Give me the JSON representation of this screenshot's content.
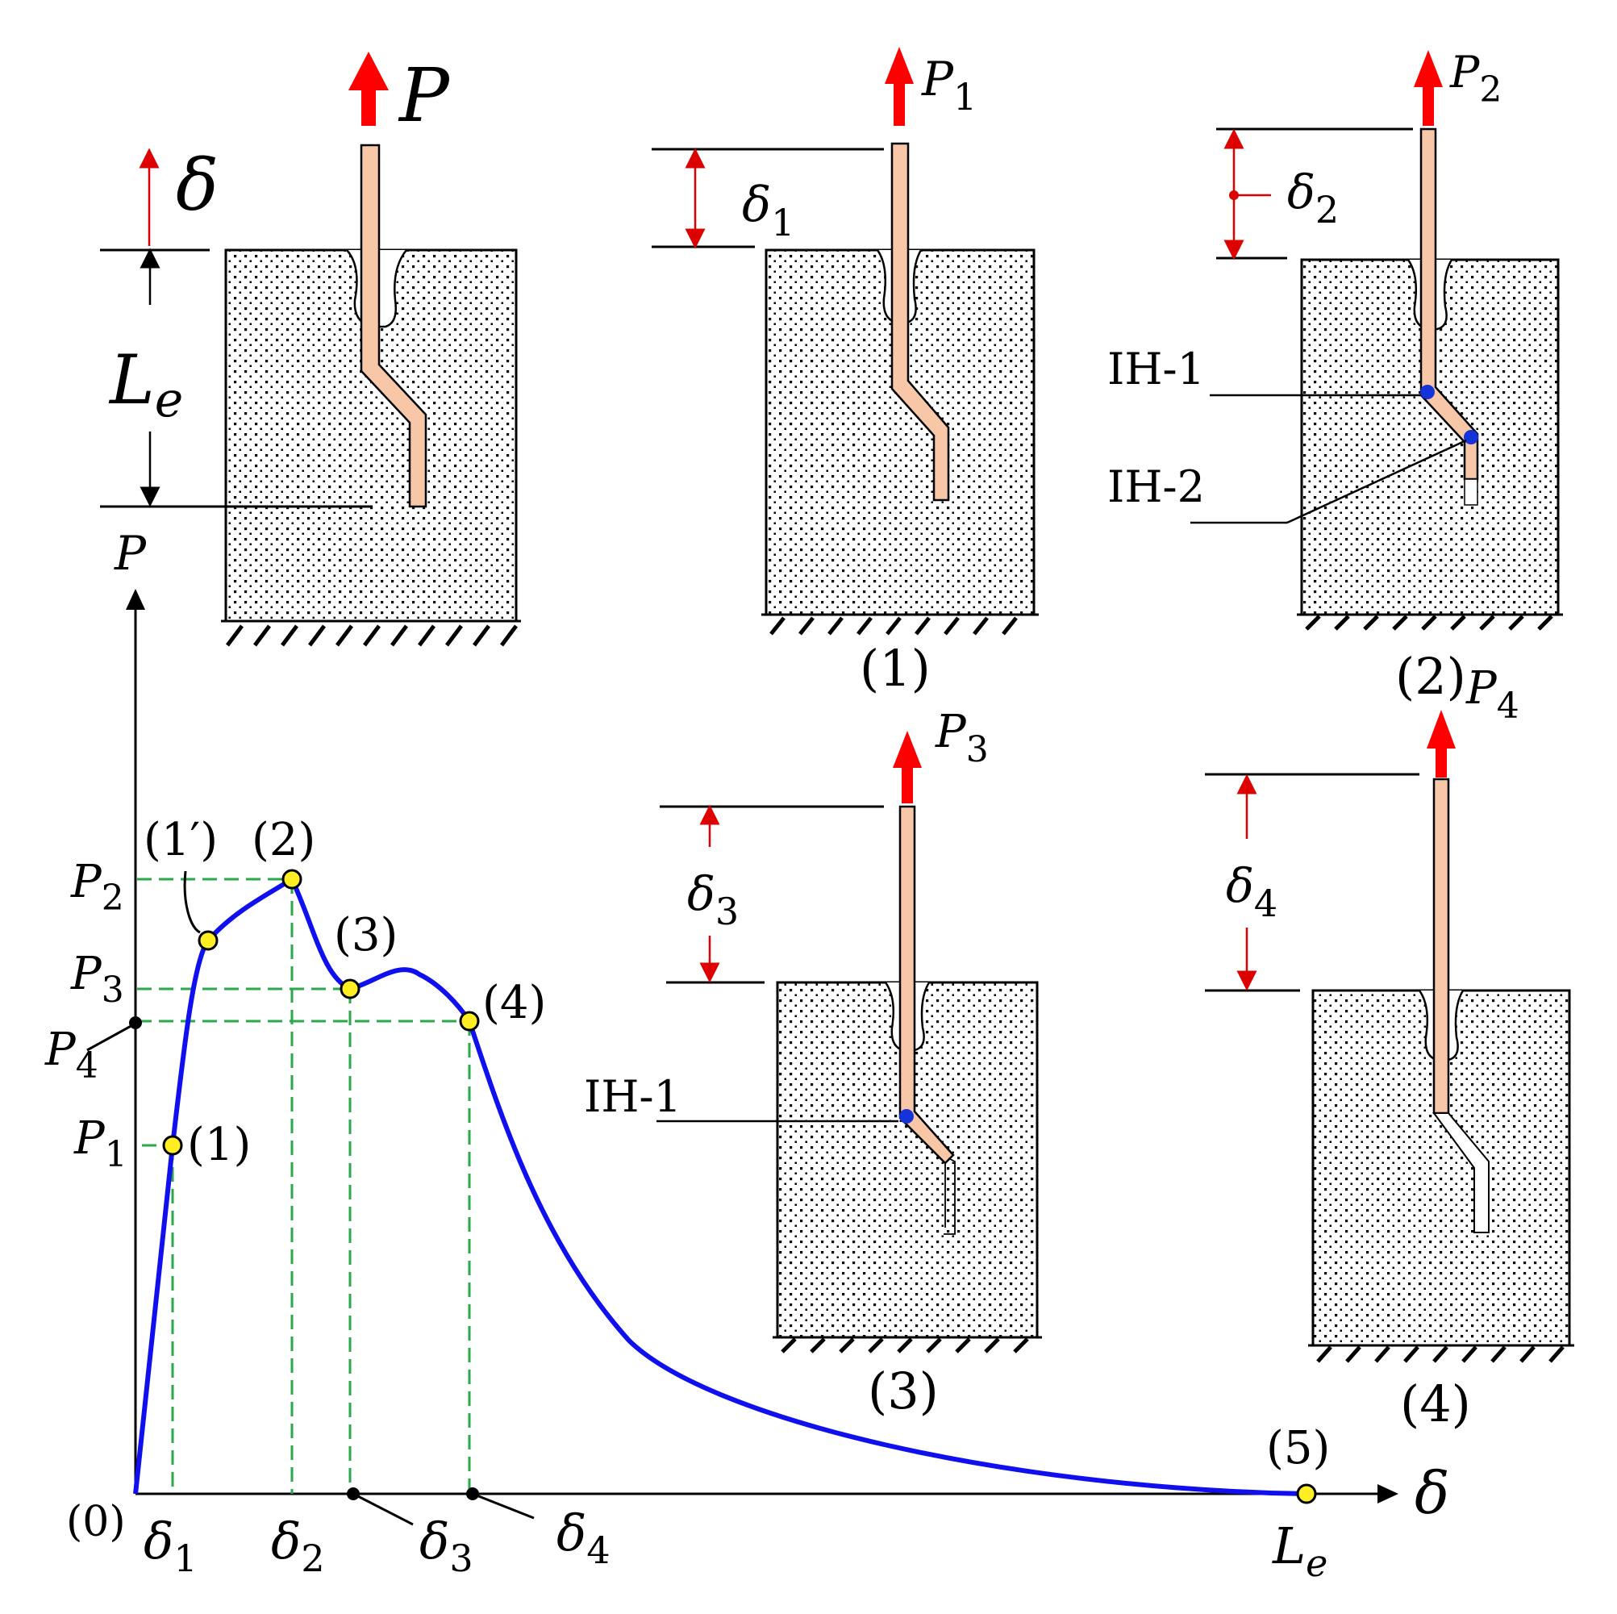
{
  "colors": {
    "curve": "#1010ee",
    "guide": "#2aa84a",
    "force": "#ff0000",
    "dim": "#dd0000",
    "marker": "#ffee22",
    "bar": "#f8c7a8",
    "concrete": "#ffffff",
    "stipple": "#000000",
    "hinge": "#1433d8"
  },
  "top_left": {
    "force_sym": "P",
    "disp_sym": "δ",
    "length_sym": "L",
    "length_sub": "e"
  },
  "stages": {
    "s1": {
      "label": "(1)",
      "force_sym": "P",
      "force_sub": "1",
      "disp_sym": "δ",
      "disp_sub": "1"
    },
    "s2": {
      "label": "(2)",
      "force_sym": "P",
      "force_sub": "2",
      "disp_sym": "δ",
      "disp_sub": "2",
      "ih1": "IH-1",
      "ih2": "IH-2"
    },
    "s3": {
      "label": "(3)",
      "force_sym": "P",
      "force_sub": "3",
      "disp_sym": "δ",
      "disp_sub": "3",
      "ih1": "IH-1"
    },
    "s4": {
      "label": "(4)",
      "force_sym": "P",
      "force_sub": "4",
      "disp_sym": "δ",
      "disp_sub": "4"
    }
  },
  "graph": {
    "y_axis_label": "P",
    "x_axis_label": "δ",
    "origin_label": "(0)",
    "points": [
      {
        "label": "(1)"
      },
      {
        "label": "(1′)"
      },
      {
        "label": "(2)"
      },
      {
        "label": "(3)"
      },
      {
        "label": "(4)"
      },
      {
        "label": "(5)"
      }
    ],
    "y_ticks": [
      {
        "sym": "P",
        "sub": "2"
      },
      {
        "sym": "P",
        "sub": "3"
      },
      {
        "sym": "P",
        "sub": "4"
      },
      {
        "sym": "P",
        "sub": "1"
      }
    ],
    "x_ticks": [
      {
        "sym": "δ",
        "sub": "1"
      },
      {
        "sym": "δ",
        "sub": "2"
      },
      {
        "sym": "δ",
        "sub": "3"
      },
      {
        "sym": "δ",
        "sub": "4"
      },
      {
        "sym": "L",
        "sub": "e"
      }
    ]
  }
}
